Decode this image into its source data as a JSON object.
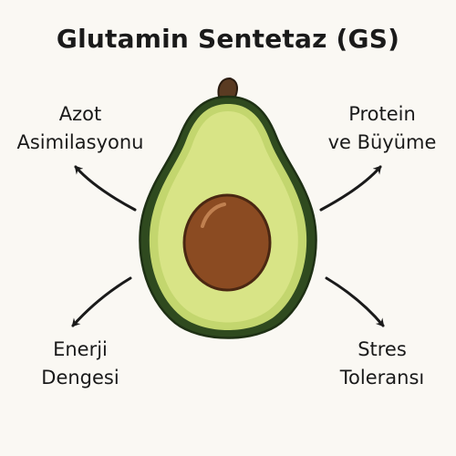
{
  "title": "Glutamin Sentetaz (GS)",
  "labels": {
    "top_left": [
      "Azot",
      "Asimilasyonu"
    ],
    "top_right": [
      "Protein",
      "ve Büyüme"
    ],
    "bottom_left": [
      "Enerji",
      "Dengesi"
    ],
    "bottom_right": [
      "Stres",
      "Toleransı"
    ]
  },
  "colors": {
    "background": "#faf8f3",
    "avocado_skin": "#2f4a1f",
    "avocado_ring": "#c3d66e",
    "avocado_flesh": "#d8e486",
    "pit": "#8b4b22",
    "stem": "#5a3b22",
    "arrow": "#1a1a1a"
  }
}
